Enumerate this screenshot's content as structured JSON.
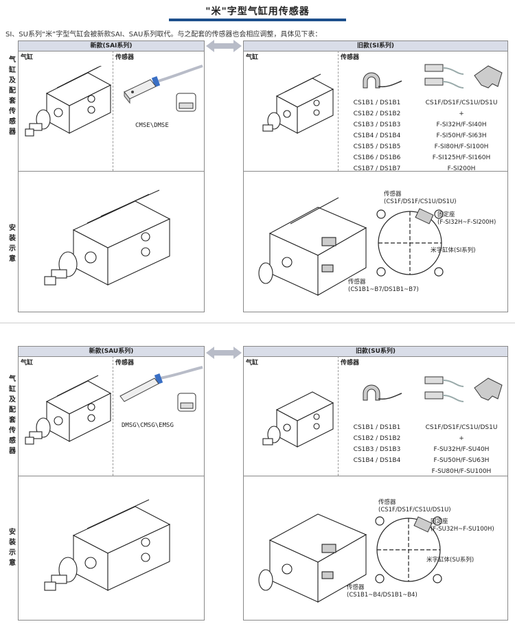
{
  "page": {
    "title": "\"米\"字型气缸用传感器",
    "intro": "SI、SU系列“米”字型气缸会被新款SAI、SAU系列取代。与之配套的传感器也会相应调整，具体见下表："
  },
  "labels": {
    "cylinder": "气缸",
    "sensor": "传感器",
    "side_top": "气缸及配套传感器",
    "side_bottom": "安装示意"
  },
  "section1": {
    "new_header": "新款(SAI系列)",
    "old_header": "旧款(SI系列)",
    "new_sensor_model": "CMSE\\DMSE",
    "old_left_models": [
      "CS1B1 / DS1B1",
      "CS1B2 / DS1B2",
      "CS1B3 / DS1B3",
      "CS1B4 / DS1B4",
      "CS1B5 / DS1B5",
      "CS1B6 / DS1B6",
      "CS1B7 / DS1B7"
    ],
    "old_right_models": [
      "CS1F/DS1F/CS1U/DS1U",
      "+",
      "F-SI32H/F-SI40H",
      "F-SI50H/F-SI63H",
      "F-SI80H/F-SI100H",
      "F-SI125H/F-SI160H",
      "F-SI200H"
    ],
    "anno_sensor_top": [
      "传感器",
      "(CS1F/DS1F/CS1U/DS1U)"
    ],
    "anno_mount": [
      "固定座",
      "(F-SI32H~F-SI200H)"
    ],
    "anno_cylinder": "米字缸体(SI系列)",
    "anno_sensor_bottom": [
      "传感器",
      "(CS1B1~B7/DS1B1~B7)"
    ]
  },
  "section2": {
    "new_header": "新款(SAU系列)",
    "old_header": "旧款(SU系列)",
    "new_sensor_model": "DMSG\\CMSG\\EMSG",
    "old_left_models": [
      "CS1B1 / DS1B1",
      "CS1B2 / DS1B2",
      "CS1B3 / DS1B3",
      "CS1B4 / DS1B4"
    ],
    "old_right_models": [
      "CS1F/DS1F/CS1U/DS1U",
      "+",
      "F-SU32H/F-SU40H",
      "F-SU50H/F-SU63H",
      "F-SU80H/F-SU100H"
    ],
    "anno_sensor_top": [
      "传感器",
      "(CS1F/DS1F/CS1U/DS1U)"
    ],
    "anno_mount": [
      "固定座",
      "(F-SU32H~F-SU100H)"
    ],
    "anno_cylinder": "米字缸体(SU系列)",
    "anno_sensor_bottom": [
      "传感器",
      "(CS1B1~B4/DS1B1~B4)"
    ]
  },
  "colors": {
    "accent": "#1d4f8c",
    "header_bg": "#d9dde8",
    "arrow": "#b8bcc8"
  }
}
